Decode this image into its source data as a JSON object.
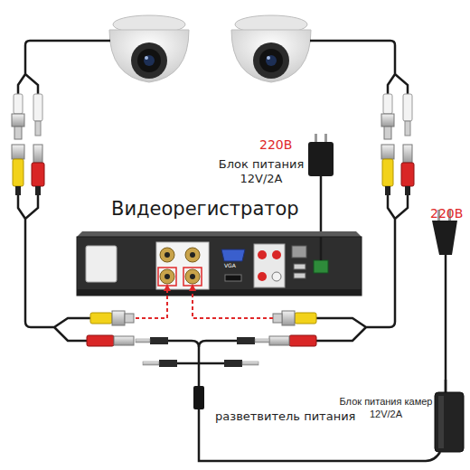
{
  "diagram": {
    "nodes": [
      {
        "text": [
          "Видеорегистратор"
        ]
      },
      {
        "text": [
          "Блок питания 12V/2A"
        ]
      },
      {
        "text": [
          "Блок питания камер 12V/2A"
        ]
      },
      {
        "text": [
          "разветвитель питания"
        ]
      }
    ],
    "edges": [
      {
        "from": 1,
        "to": 0,
        "arrow": "none"
      },
      {
        "from": 2,
        "to": 3,
        "arrow": "none"
      }
    ],
    "labels": [
      "220В",
      "220В",
      "VGA"
    ]
  }
}
